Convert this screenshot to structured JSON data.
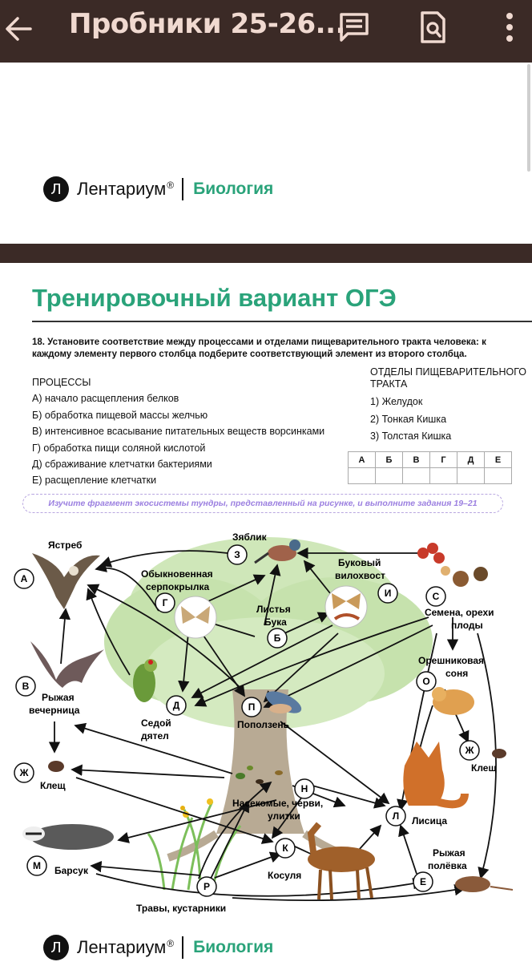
{
  "appbar": {
    "title": "Пробники 25-26...",
    "icons": [
      "back-arrow-icon",
      "comment-icon",
      "document-search-icon",
      "more-vert-icon"
    ],
    "background": "#3b2a26",
    "title_color": "#f0d9d0"
  },
  "brand": {
    "logo_letter": "Л",
    "name": "Лентариум",
    "reg": "®",
    "subject": "Биология",
    "accent": "#2aa37a"
  },
  "page2": {
    "title": "Тренировочный вариант ОГЭ",
    "task18": {
      "question": "18. Установите соответствие между процессами и отделами пищеварительного тракта человека: к каждому элементу первого столбца подберите соответствующий элемент из второго столбца.",
      "left_header": "ПРОЦЕССЫ",
      "processes": [
        "А) начало расщепления белков",
        "Б) обработка пищевой массы желчью",
        "В) интенсивное всасывание питательных веществ ворсинками",
        "Г) обработка пищи соляной кислотой",
        "Д) сбраживание клетчатки бактериями",
        "Е) расщепление клетчатки"
      ],
      "right_header": "ОТДЕЛЫ ПИЩЕВАРИТЕЛЬНОГО ТРАКТА",
      "sections": [
        "1) Желудок",
        "2) Тонкая Кишка",
        "3) Толстая Кишка"
      ],
      "answer_letters": [
        "А",
        "Б",
        "В",
        "Г",
        "Д",
        "Е"
      ]
    },
    "instruction": "Изучите фрагмент экосистемы тундры, представленный на рисунке, и выполните задания 19–21",
    "food_web": {
      "nodes": {
        "A": {
          "letter": "А",
          "label": "Ястреб"
        },
        "Z": {
          "letter": "З",
          "label": "Зяблик"
        },
        "G": {
          "letter": "Г",
          "label1": "Обыкновенная",
          "label2": "серпокрылка"
        },
        "I": {
          "letter": "И",
          "label1": "Буковый",
          "label2": "вилохвост"
        },
        "B6": {
          "letter": "Б",
          "label1": "Листья",
          "label2": "Бука"
        },
        "S": {
          "letter": "С",
          "label1": "Семена, орехи",
          "label2": "плоды"
        },
        "V": {
          "letter": "В",
          "label1": "Рыжая",
          "label2": "вечерница"
        },
        "D": {
          "letter": "Д",
          "label1": "Седой",
          "label2": "дятел"
        },
        "P": {
          "letter": "П",
          "label": "Поползень"
        },
        "O": {
          "letter": "О",
          "label1": "Орешниковая",
          "label2": "соня"
        },
        "ZH1": {
          "letter": "Ж",
          "label": "Клещ"
        },
        "ZH2": {
          "letter": "Ж",
          "label": "Клещ"
        },
        "N": {
          "letter": "Н",
          "label1": "Насекомые, черви,",
          "label2": "улитки"
        },
        "L": {
          "letter": "Л",
          "label": "Лисица"
        },
        "M": {
          "letter": "М",
          "label": "Барсук"
        },
        "K": {
          "letter": "К",
          "label": "Косуля"
        },
        "E": {
          "letter": "Е",
          "label1": "Рыжая",
          "label2": "полёвка"
        },
        "R": {
          "letter": "Р",
          "label": "Травы, кустарники"
        }
      }
    }
  }
}
